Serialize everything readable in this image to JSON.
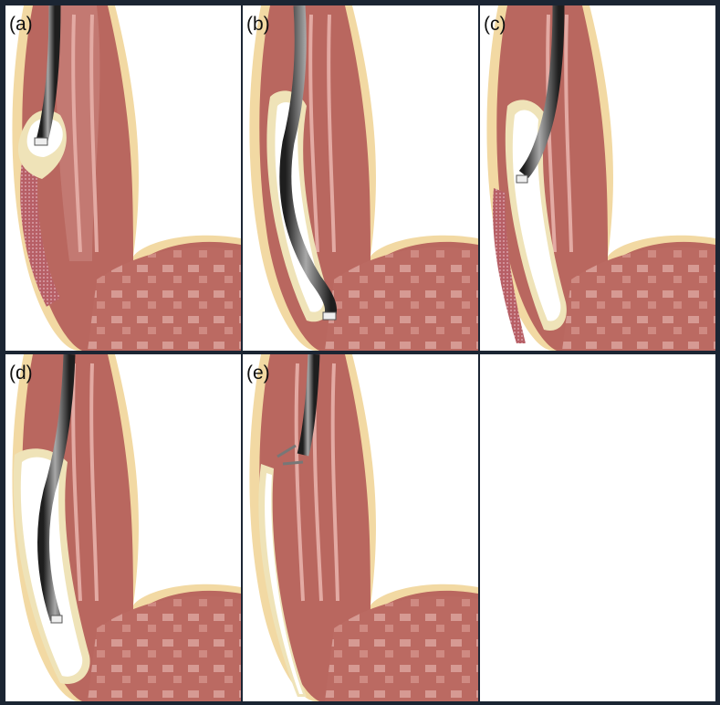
{
  "panels": [
    {
      "id": "a",
      "label": "(a)"
    },
    {
      "id": "b",
      "label": "(b)"
    },
    {
      "id": "c",
      "label": "(c)"
    },
    {
      "id": "d",
      "label": "(d)"
    },
    {
      "id": "e",
      "label": "(e)"
    }
  ],
  "colors": {
    "muscle": "#b9675f",
    "muscle_light": "#d79a93",
    "mucosa_outline": "#f2d9a3",
    "submucosa": "#efe3b8",
    "lumen": "#ffffff",
    "scope_dark": "#2b2b2b",
    "scope_light": "#9a9a9a",
    "frame": "#1b2533"
  }
}
